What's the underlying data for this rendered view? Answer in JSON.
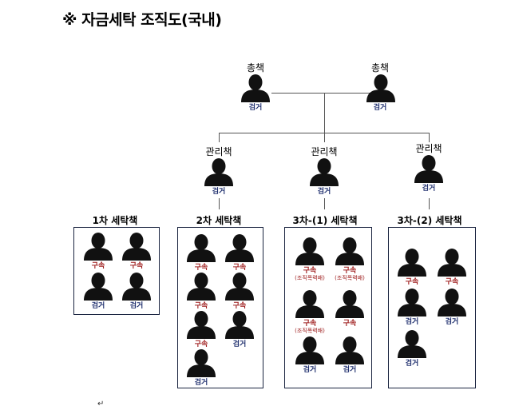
{
  "title": "※ 자금세탁 조직도(국내)",
  "top": {
    "role": "총책",
    "members": [
      {
        "role": "총책",
        "status": "검거"
      },
      {
        "role": "총책",
        "status": "검거"
      }
    ]
  },
  "managers": [
    {
      "role": "관리책",
      "status": "검거"
    },
    {
      "role": "관리책",
      "status": "검거"
    },
    {
      "role": "관리책",
      "status": "검거"
    }
  ],
  "groups": [
    {
      "label": "1차 세탁책",
      "members": [
        {
          "status": "구속",
          "note": ""
        },
        {
          "status": "구속",
          "note": ""
        },
        {
          "status": "검거",
          "note": ""
        },
        {
          "status": "검거",
          "note": ""
        }
      ]
    },
    {
      "label": "2차 세탁책",
      "members": [
        {
          "status": "구속",
          "note": ""
        },
        {
          "status": "구속",
          "note": ""
        },
        {
          "status": "구속",
          "note": ""
        },
        {
          "status": "구속",
          "note": ""
        },
        {
          "status": "구속",
          "note": ""
        },
        {
          "status": "검거",
          "note": ""
        },
        {
          "status": "검거",
          "note": ""
        }
      ]
    },
    {
      "label": "3차-(1) 세탁책",
      "members": [
        {
          "status": "구속",
          "note": "(조직폭력배)"
        },
        {
          "status": "구속",
          "note": "(조직폭력배)"
        },
        {
          "status": "구속",
          "note": "(조직폭력배)"
        },
        {
          "status": "구속",
          "note": ""
        },
        {
          "status": "검거",
          "note": ""
        },
        {
          "status": "검거",
          "note": ""
        }
      ]
    },
    {
      "label": "3차-(2) 세탁책",
      "members": [
        {
          "status": "구속",
          "note": ""
        },
        {
          "status": "구속",
          "note": ""
        },
        {
          "status": "검거",
          "note": ""
        },
        {
          "status": "검거",
          "note": ""
        },
        {
          "status": "검거",
          "note": ""
        }
      ]
    }
  ],
  "colors": {
    "arrested": "#1f2f6e",
    "detained": "#a02020",
    "silhouette": "#111111"
  },
  "return_mark": "↵"
}
